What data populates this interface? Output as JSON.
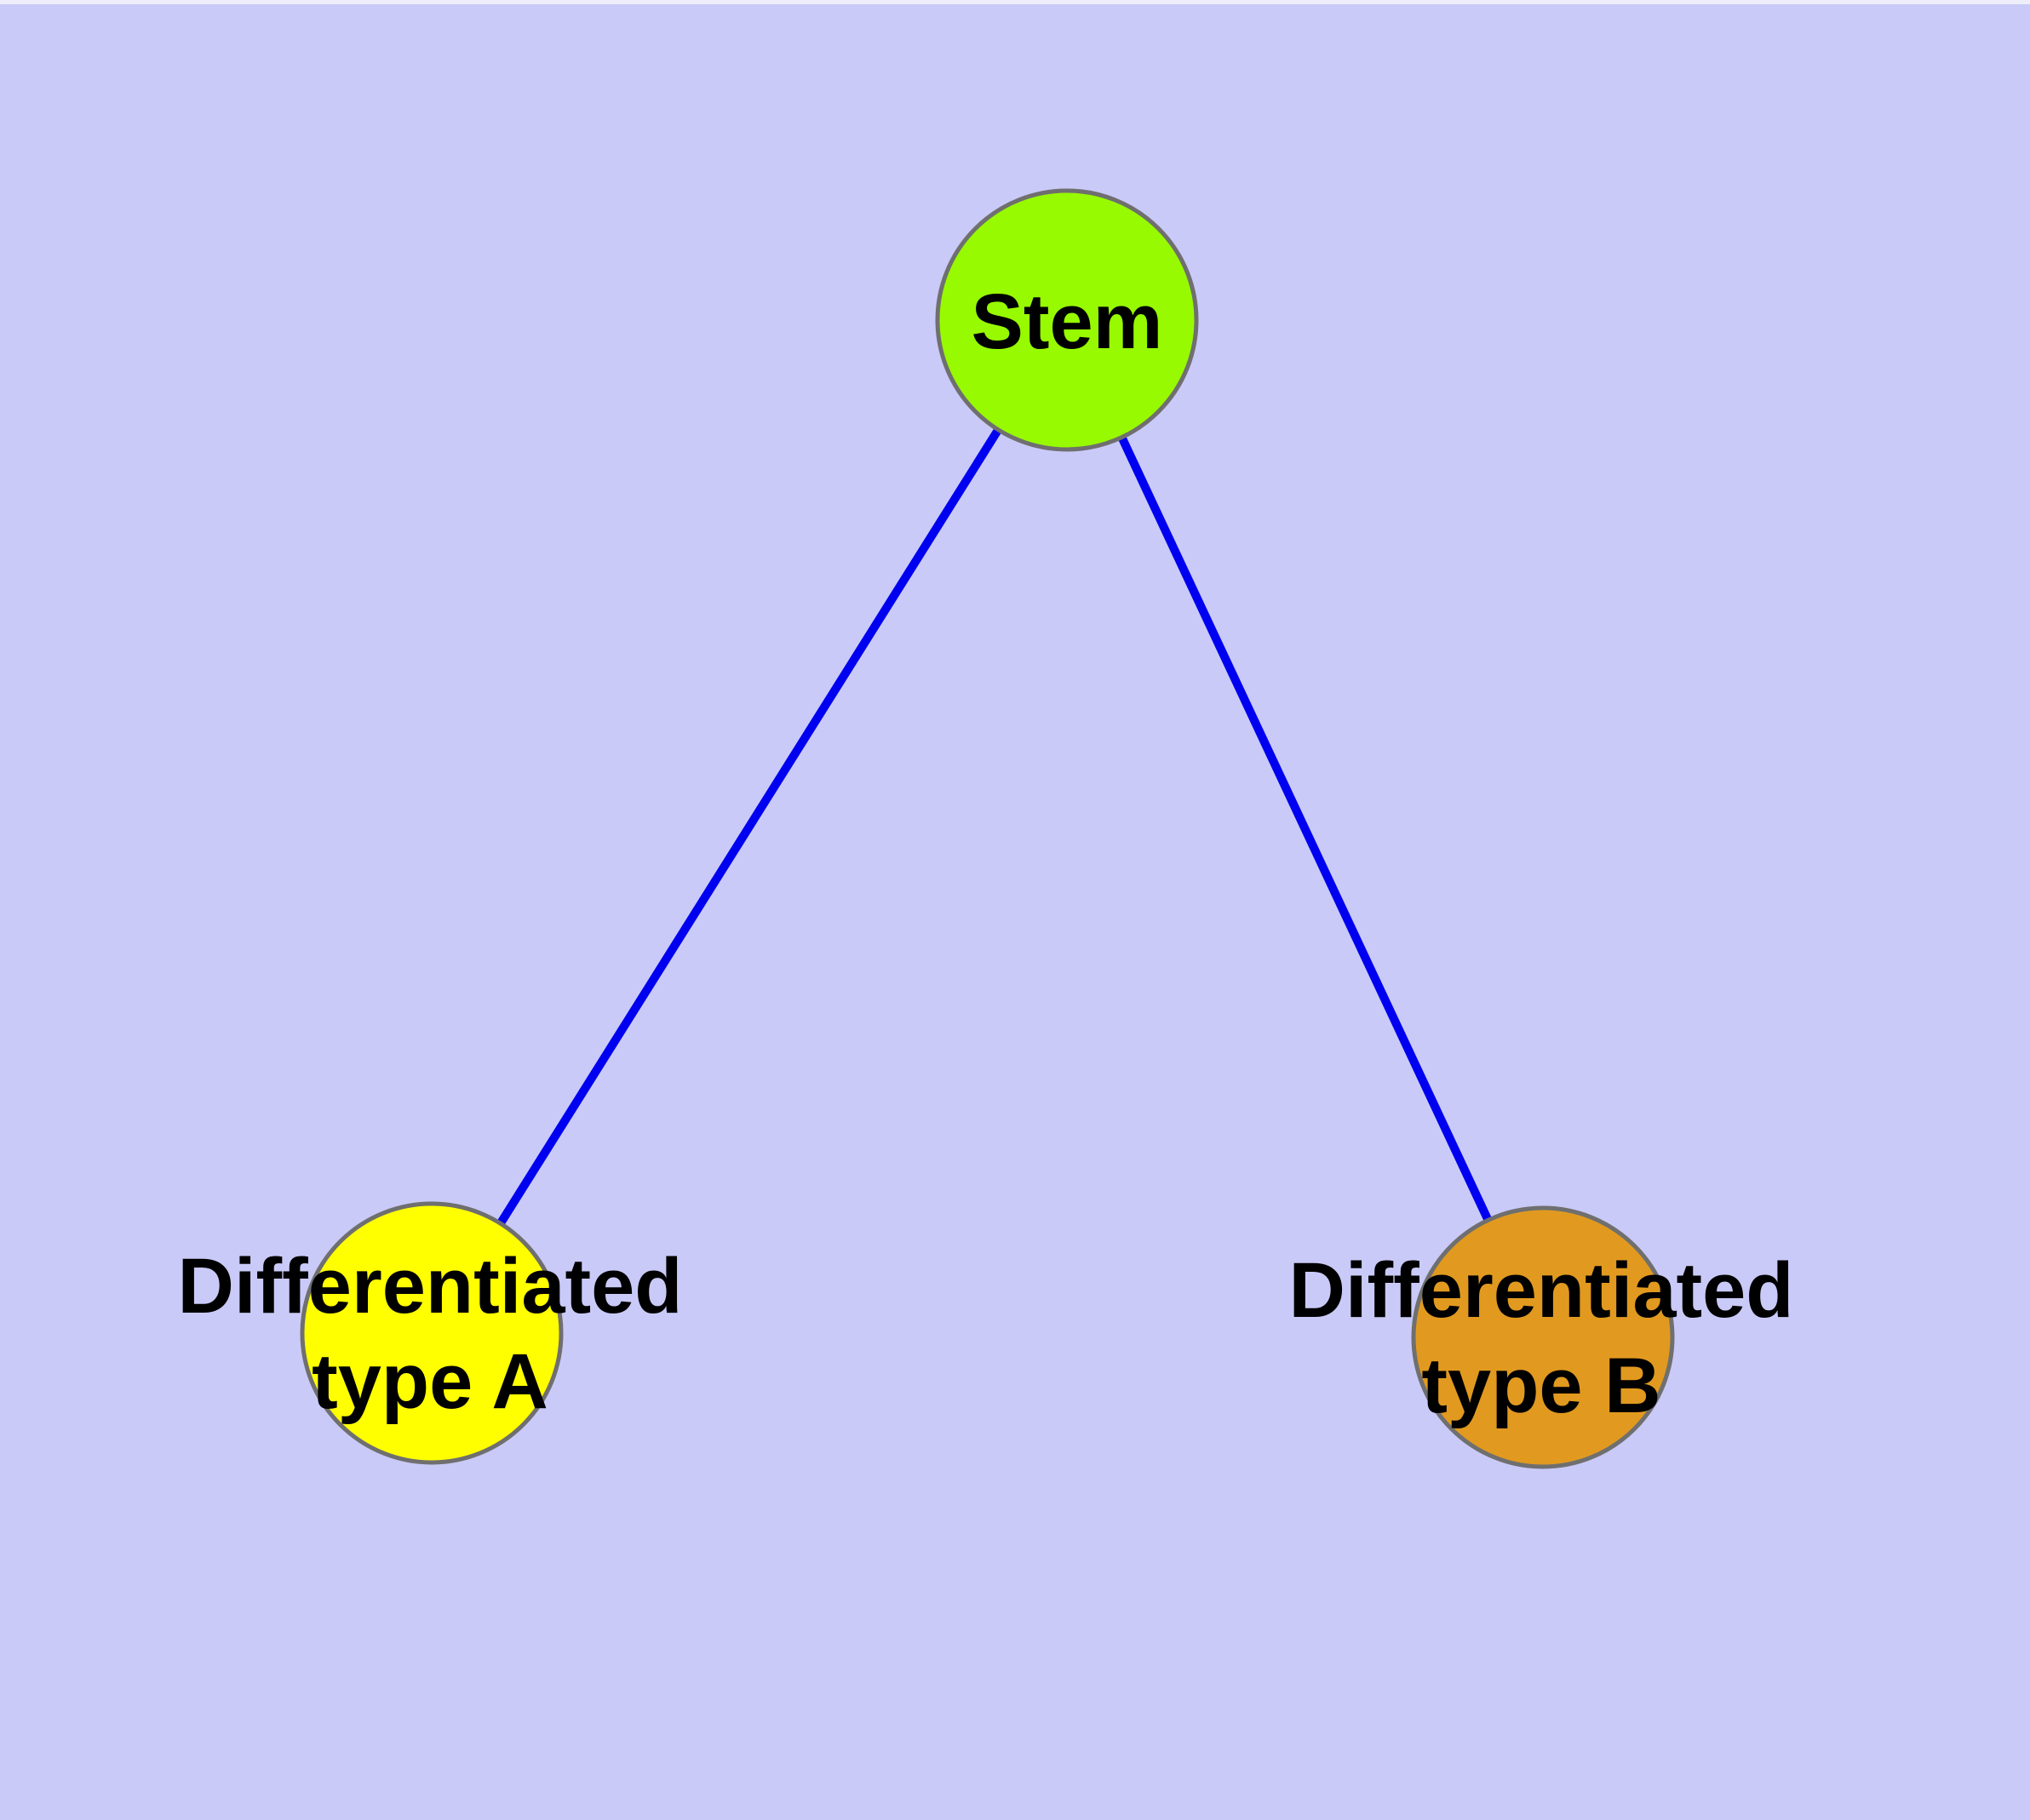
{
  "diagram": {
    "background_color": "#cacaf8",
    "top_strip_color": "#eeeefb",
    "edge_color": "#0000f0",
    "node_border_color": "#6f6f6f",
    "label_color": "#000000",
    "nodes": [
      {
        "id": "stem",
        "label": "Stem",
        "fill": "#97fa00"
      },
      {
        "id": "differentiated-type-a",
        "label_line1": "Differentiated",
        "label_line2": "type A",
        "fill": "#ffff00"
      },
      {
        "id": "differentiated-type-b",
        "label_line1": "Differentiated",
        "label_line2": "type B",
        "fill": "#e19a1f"
      }
    ],
    "edges": [
      {
        "from": "stem",
        "to": "differentiated-type-a"
      },
      {
        "from": "stem",
        "to": "differentiated-type-b"
      }
    ]
  }
}
